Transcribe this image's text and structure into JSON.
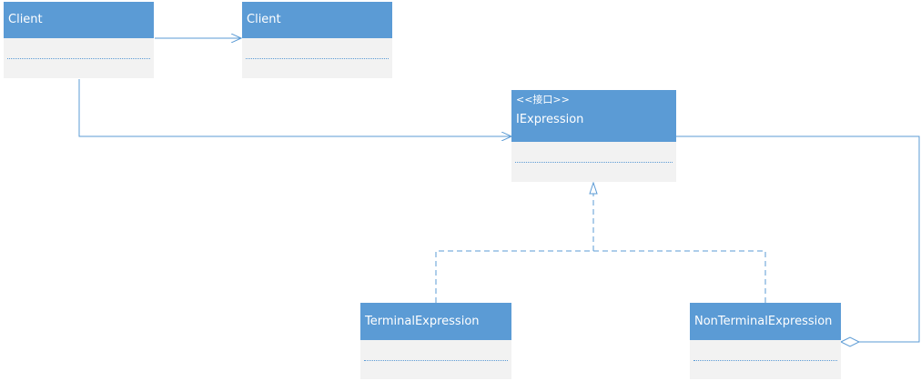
{
  "diagram": {
    "classes": {
      "client_a": {
        "name": "Client"
      },
      "client_b": {
        "name": "Client"
      },
      "iexpression": {
        "stereotype": "<<接口>>",
        "name": "IExpression"
      },
      "terminal": {
        "name": "TerminalExpression"
      },
      "nonterminal": {
        "name": "NonTerminalExpression"
      }
    },
    "colors": {
      "header": "#5b9bd5",
      "body": "#f2f2f2",
      "line": "#5b9bd5",
      "text": "#ffffff"
    }
  }
}
